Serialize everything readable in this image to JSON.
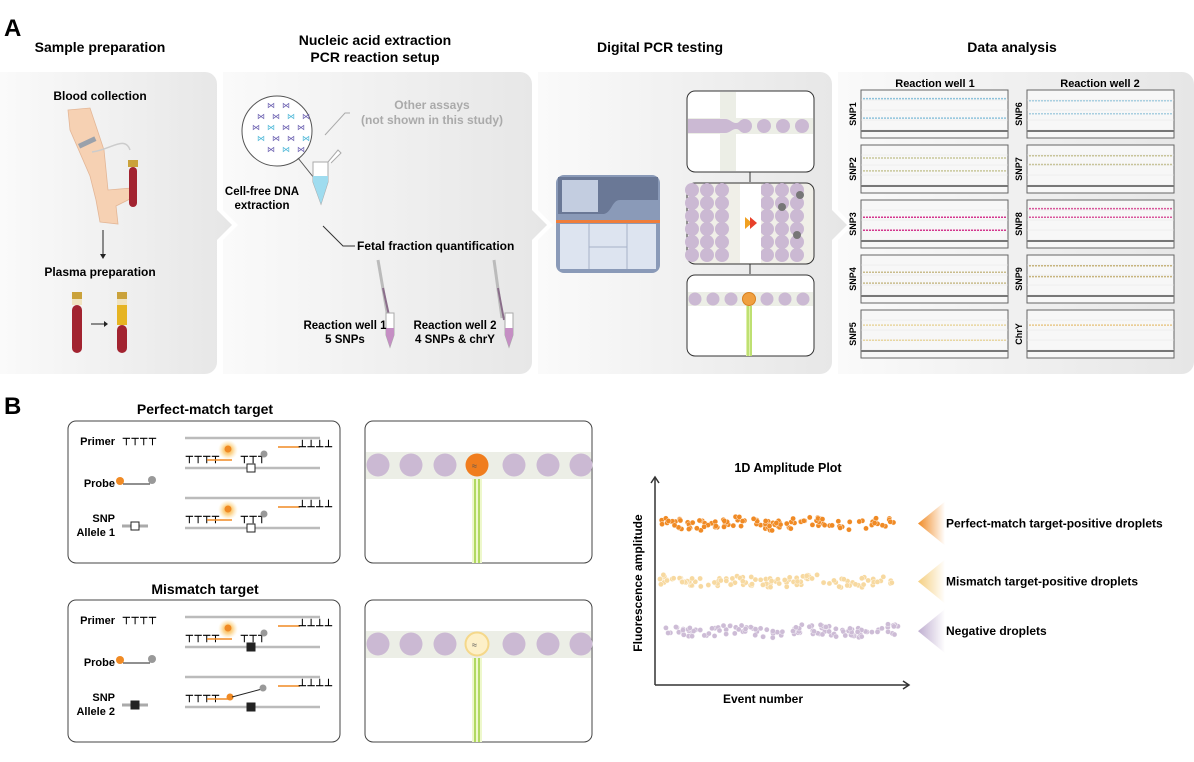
{
  "panel_a": {
    "letter": "A",
    "stages": [
      {
        "title": "Sample preparation"
      },
      {
        "title_line1": "Nucleic acid extraction",
        "title_line2": "PCR reaction setup"
      },
      {
        "title": "Digital PCR testing"
      },
      {
        "title": "Data analysis"
      }
    ],
    "sample": {
      "blood": "Blood collection",
      "plasma": "Plasma preparation"
    },
    "extraction": {
      "cfdna_line1": "Cell-free DNA",
      "cfdna_line2": "extraction",
      "other_line1": "Other assays",
      "other_line2": "(not shown in this study)",
      "fetal": "Fetal fraction quantification",
      "well1_line1": "Reaction well 1",
      "well1_line2": "5 SNPs",
      "well2_line1": "Reaction well 2",
      "well2_line2": "4 SNPs & chrY"
    },
    "analysis": {
      "col1": "Reaction well 1",
      "col2": "Reaction well 2",
      "well1": [
        {
          "label": "SNP1",
          "color": "#8ec3dc",
          "bands": [
            0.2,
            0.65
          ]
        },
        {
          "label": "SNP2",
          "color": "#c9c79a",
          "bands": [
            0.3,
            0.6
          ]
        },
        {
          "label": "SNP3",
          "color": "#d4368e",
          "bands": [
            0.4,
            0.7
          ]
        },
        {
          "label": "SNP4",
          "color": "#c9bc8c",
          "bands": [
            0.4,
            0.65
          ]
        },
        {
          "label": "SNP5",
          "color": "#e8d6a0",
          "bands": [
            0.35,
            0.7
          ]
        }
      ],
      "well2": [
        {
          "label": "SNP6",
          "color": "#a9cfe0",
          "bands": [
            0.25,
            0.55
          ]
        },
        {
          "label": "SNP7",
          "color": "#c8c49a",
          "bands": [
            0.25,
            0.45
          ]
        },
        {
          "label": "SNP8",
          "color": "#d9579c",
          "bands": [
            0.2,
            0.4
          ]
        },
        {
          "label": "SNP9",
          "color": "#c7b47e",
          "bands": [
            0.25,
            0.5
          ]
        },
        {
          "label": "ChrY",
          "color": "#e9c98a",
          "bands": [
            0.35
          ]
        }
      ]
    }
  },
  "panel_b": {
    "letter": "B",
    "perfect": {
      "title": "Perfect-match target",
      "primer": "Primer",
      "probe": "Probe",
      "snp_line1": "SNP",
      "snp_line2": "Allele 1"
    },
    "mismatch": {
      "title": "Mismatch target",
      "primer": "Primer",
      "probe": "Probe",
      "snp_line1": "SNP",
      "snp_line2": "Allele 2"
    }
  },
  "chart_data": {
    "type": "scatter",
    "title": "1D Amplitude Plot",
    "xlabel": "Event number",
    "ylabel": "Fluorescence amplitude",
    "grid": false,
    "series": [
      {
        "name": "Perfect-match target-positive droplets",
        "level": 0.78,
        "color": "#f08a24"
      },
      {
        "name": "Mismatch target-positive droplets",
        "level": 0.5,
        "color": "#f7d9a0"
      },
      {
        "name": "Negative droplets",
        "level": 0.26,
        "color": "#cdbcd6"
      }
    ],
    "legend": "right"
  }
}
